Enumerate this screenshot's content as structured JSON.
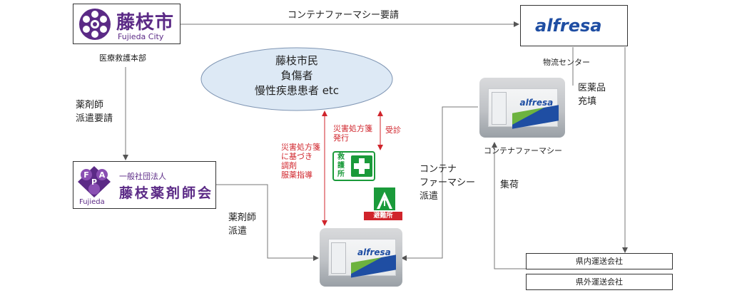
{
  "fujieda_city": {
    "name": "藤枝市",
    "name_en": "Fujieda City",
    "department": "医療救護本部"
  },
  "alfresa": {
    "brand": "alfresa",
    "role": "物流センター"
  },
  "pharmacists_assoc": {
    "type": "一般社団法人",
    "name": "藤枝薬剤師会",
    "logo_letters": [
      "F",
      "P",
      "A"
    ],
    "logo_sub": "Fujieda"
  },
  "citizens": {
    "line1": "藤枝市民",
    "line2": "負傷者",
    "line3": "慢性疾患患者 etc"
  },
  "arrows": {
    "request_container": "コンテナファーマシー要請",
    "pharmacist_request_1": "薬剤師",
    "pharmacist_request_2": "派遣要請",
    "pharmacist_dispatch_1": "薬剤師",
    "pharmacist_dispatch_2": "派遣",
    "container_dispatch_1": "コンテナ",
    "container_dispatch_2": "ファーマシー",
    "container_dispatch_3": "派遣",
    "replenish_1": "医薬品",
    "replenish_2": "充填",
    "pickup": "集荷"
  },
  "red_notes": {
    "left": [
      "災害処方箋",
      "に基づき",
      "調剤",
      "服薬指導"
    ],
    "mid": [
      "災害処方箋",
      "発行"
    ],
    "right": "受診"
  },
  "container_pharmacy_label": "コンテナファーマシー",
  "first_aid": {
    "label": [
      "救",
      "護",
      "所"
    ]
  },
  "shelter": {
    "label": "避難所"
  },
  "transport": {
    "in_pref": "県内運送会社",
    "out_pref": "県外運送会社"
  },
  "colors": {
    "fujieda_purple": "#5b2a86",
    "alfresa_blue": "#1f4ea3",
    "first_aid_green": "#1a9a3a",
    "shelter_red": "#d0242b",
    "red_text": "#d0242b",
    "ellipse_fill": "#dde9f5",
    "ellipse_stroke": "#7f95b3"
  },
  "icons": {
    "fujieda": "fujieda-emblem-icon",
    "alfresa": "alfresa-logo",
    "fpa": "fpa-logo-icon",
    "first_aid": "green-cross-icon",
    "shelter": "evacuation-exit-icon"
  }
}
